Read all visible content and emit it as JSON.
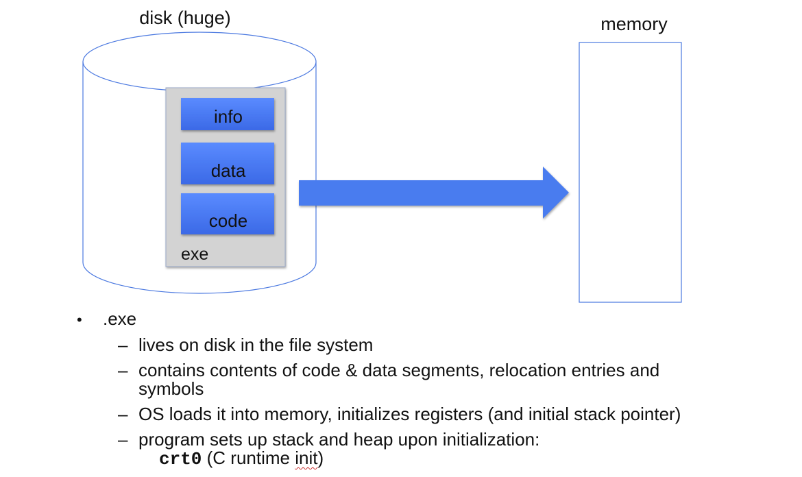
{
  "diagram": {
    "disk_label": "disk (huge)",
    "memory_label": "memory",
    "exe_label": "exe",
    "segments": [
      "info",
      "data",
      "code"
    ],
    "colors": {
      "segment_fill": "#4a7bef",
      "arrow_fill": "#4a7bef",
      "outline": "#4a78e0",
      "exe_fill": "#d3d3d3",
      "exe_border": "#9aa8c9"
    }
  },
  "bullets": {
    "main": ".exe",
    "subs": [
      "lives on disk in the file system",
      "contains contents of code & data segments, relocation entries and symbols",
      "OS loads it into memory, initializes registers (and initial stack pointer)"
    ],
    "last": {
      "line1": "program sets up stack and heap upon initialization:",
      "code": "crt0",
      "paren_open": " (C runtime ",
      "underlined": "init",
      "paren_close": ")"
    },
    "dash": "–",
    "dot": "•"
  }
}
